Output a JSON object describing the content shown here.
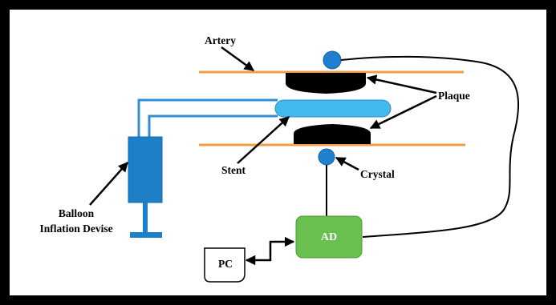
{
  "labels": {
    "artery": "Artery",
    "plaque": "Plaque",
    "stent": "Stent",
    "crystal": "Crystal",
    "balloon_line1": "Balloon",
    "balloon_line2": "Inflation Devise",
    "ad": "AD",
    "pc": "PC"
  },
  "colors": {
    "frame": "#000000",
    "artery_wall": "#f39c45",
    "tube": "#2f8fd6",
    "balloon": "#43b8ec",
    "syringe": "#1e7fc9",
    "crystal": "#1f7fd0",
    "ad_box": "#6ac04f",
    "plaque": "#000000"
  }
}
